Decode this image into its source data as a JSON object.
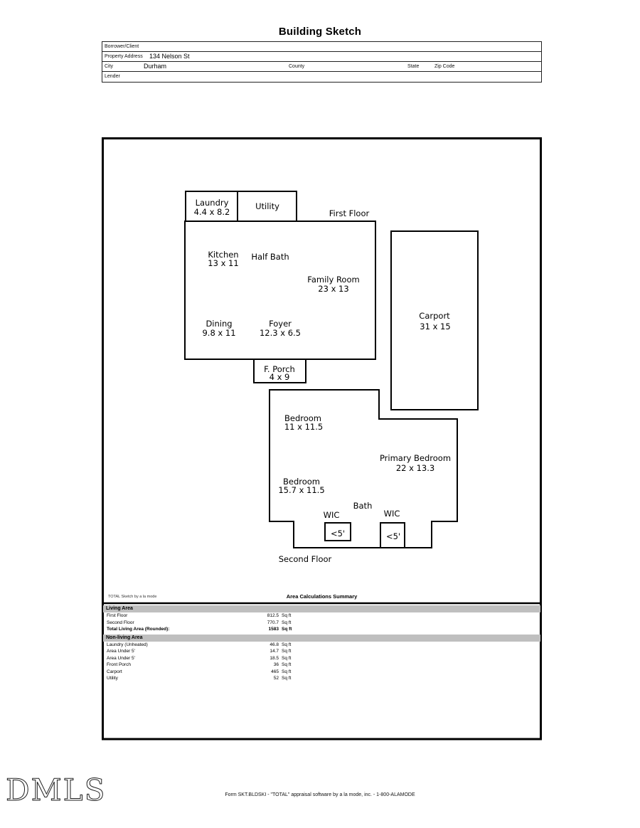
{
  "title": "Building Sketch",
  "header": {
    "borrower_label": "Borrower/Client",
    "property_address_label": "Property Address",
    "property_address_value": "134 Nelson St",
    "city_label": "City",
    "city_value": "Durham",
    "county_label": "County",
    "state_label": "State",
    "zip_label": "Zip Code",
    "lender_label": "Lender"
  },
  "sketch": {
    "first_floor_label": "First Floor",
    "second_floor_label": "Second Floor",
    "rooms": {
      "laundry": {
        "name": "Laundry",
        "dims": "4.4 x 8.2"
      },
      "utility": {
        "name": "Utility"
      },
      "kitchen": {
        "name": "Kitchen",
        "dims": "13 x 11"
      },
      "half_bath": {
        "name": "Half Bath"
      },
      "family_room": {
        "name": "Family Room",
        "dims": "23 x 13"
      },
      "dining": {
        "name": "Dining",
        "dims": "9.8 x 11"
      },
      "foyer": {
        "name": "Foyer",
        "dims": "12.3 x 6.5"
      },
      "f_porch": {
        "name": "F. Porch",
        "dims": "4 x 9"
      },
      "carport": {
        "name": "Carport",
        "dims": "31 x 15"
      },
      "bedroom1": {
        "name": "Bedroom",
        "dims": "11 x 11.5"
      },
      "primary_bedroom": {
        "name": "Primary Bedroom",
        "dims": "22 x 13.3"
      },
      "bedroom2": {
        "name": "Bedroom",
        "dims": "15.7 x 11.5"
      },
      "bath": {
        "name": "Bath"
      },
      "wic1": {
        "name": "WIC"
      },
      "wic2": {
        "name": "WIC"
      },
      "under5_1": {
        "name": "<5'"
      },
      "under5_2": {
        "name": "<5'"
      }
    }
  },
  "summary": {
    "watermark": "TOTAL Sketch by a la mode",
    "title": "Area Calculations Summary",
    "sections": [
      {
        "header": "Living Area",
        "rows": [
          {
            "label": "First Floor",
            "value": "812.5",
            "unit": "Sq ft"
          },
          {
            "label": "Second Floor",
            "value": "770.7",
            "unit": "Sq ft"
          },
          {
            "label": "Total Living Area (Rounded):",
            "value": "1583",
            "unit": "Sq ft"
          }
        ]
      },
      {
        "header": "Non-living Area",
        "rows": [
          {
            "label": "Laundry (Unheated)",
            "value": "46.8",
            "unit": "Sq ft"
          },
          {
            "label": "Area Under 5'",
            "value": "14.7",
            "unit": "Sq ft"
          },
          {
            "label": "Area Under 5'",
            "value": "18.5",
            "unit": "Sq ft"
          },
          {
            "label": "Front Porch",
            "value": "36",
            "unit": "Sq ft"
          },
          {
            "label": "Carport",
            "value": "465",
            "unit": "Sq ft"
          },
          {
            "label": "Utility",
            "value": "52",
            "unit": "Sq ft"
          }
        ]
      }
    ]
  },
  "footer": {
    "logo": "DMLS",
    "form_text": "Form SKT.BLDSKI - \"TOTAL\" appraisal software by a la mode, inc. - 1-800-ALAMODE"
  }
}
